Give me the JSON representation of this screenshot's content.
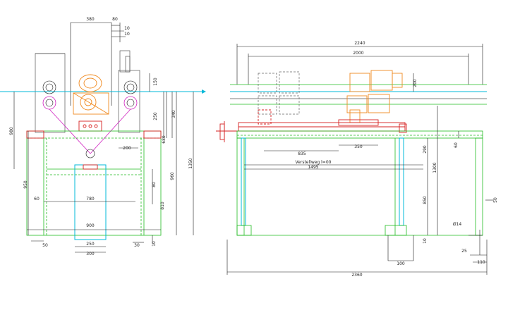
{
  "front_view": {
    "dims": {
      "top_380": "380",
      "top_80": "80",
      "top_10a": "10",
      "top_10b": "10",
      "r_150": "150",
      "r_250": "250",
      "r_340": "340",
      "r_680": "680",
      "r_960": "960",
      "r_1350": "1350",
      "r_810": "810",
      "r_80": "80",
      "r_10": "10",
      "l_980": "980",
      "l_950": "950",
      "h_200": "200",
      "h_780": "780",
      "h_60": "60",
      "h_900": "900",
      "b_50": "50",
      "b_250": "250",
      "b_300": "300",
      "b_30": "30"
    }
  },
  "side_view": {
    "dims": {
      "top_2240": "2240",
      "top_2000": "2000",
      "v_200": "200",
      "h_835": "835",
      "h_350": "350",
      "travel": "Verstellweg l=00",
      "h_1495": "1495",
      "v_290": "290",
      "v_1300": "1300",
      "v_60": "60",
      "v_850": "850",
      "v_10": "10",
      "r_50": "50",
      "r_dia": "Ø14",
      "r_25": "25",
      "r_110": "110",
      "b_100": "100",
      "b_2360": "2360"
    }
  }
}
